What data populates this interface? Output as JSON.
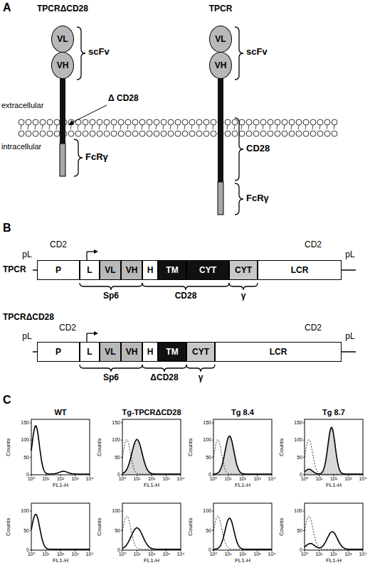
{
  "diagram": {
    "nodes": [
      {
        "text": [
          "VL"
        ]
      },
      {
        "text": [
          "VH"
        ]
      },
      {
        "text": [
          "VL"
        ]
      },
      {
        "text": [
          "VH"
        ]
      },
      {
        "text": [
          "P"
        ]
      },
      {
        "text": [
          "L"
        ]
      },
      {
        "text": [
          "VL"
        ]
      },
      {
        "text": [
          "VH"
        ]
      },
      {
        "text": [
          "H"
        ]
      },
      {
        "text": [
          "TM"
        ]
      },
      {
        "text": [
          "CYT"
        ]
      },
      {
        "text": [
          "CYT"
        ]
      },
      {
        "text": [
          "LCR"
        ]
      },
      {
        "text": [
          "P"
        ]
      },
      {
        "text": [
          "L"
        ]
      },
      {
        "text": [
          "VL"
        ]
      },
      {
        "text": [
          "VH"
        ]
      },
      {
        "text": [
          "H"
        ]
      },
      {
        "text": [
          "TM"
        ]
      },
      {
        "text": [
          "CYT"
        ]
      },
      {
        "text": [
          "LCR"
        ]
      }
    ],
    "labels": [
      "A",
      "TPCRΔCD28",
      "TPCR",
      "scFv",
      "scFv",
      "extracellular",
      "Δ CD28",
      "intracellular",
      "CD28",
      "FcRγ",
      "FcRγ",
      "B",
      "CD2",
      "pL",
      "TPCR",
      "CD2",
      "pL",
      "Sp6",
      "CD28",
      "γ",
      "CD2",
      "pL",
      "TPCRΔCD28",
      "CD2",
      "pL",
      "Sp6",
      "ΔCD28",
      "γ",
      "C",
      "WT",
      "Tg-TPCRΔCD28",
      "Tg 8.4",
      "Tg 8.7",
      "Counts",
      "0",
      "50",
      "100",
      "150",
      "10⁰",
      "10¹",
      "10²",
      "10³",
      "10⁴",
      "FL1-H",
      "Counts",
      "0",
      "50",
      "100",
      "150",
      "10⁰",
      "10¹",
      "10²",
      "10³",
      "10⁴",
      "FL1-H",
      "Counts",
      "0",
      "50",
      "100",
      "150",
      "10⁰",
      "10¹",
      "10²",
      "10³",
      "10⁴",
      "FL1-H",
      "Counts",
      "0",
      "50",
      "100",
      "150",
      "10⁰",
      "10¹",
      "10²",
      "10³",
      "10⁴",
      "FL1-H",
      "Counts",
      "0",
      "50",
      "100",
      "10⁰",
      "10¹",
      "10²",
      "10³",
      "10⁴",
      "FL1-H",
      "Counts",
      "0",
      "50",
      "100",
      "10⁰",
      "10¹",
      "10²",
      "10³",
      "10⁴",
      "FL1-H",
      "Counts",
      "0",
      "50",
      "100",
      "10⁰",
      "10¹",
      "10²",
      "10³",
      "10⁴",
      "FL1-H",
      "Counts",
      "0",
      "50",
      "100",
      "10⁰",
      "10¹",
      "10²",
      "10³",
      "10⁴",
      "FL1-H"
    ]
  }
}
